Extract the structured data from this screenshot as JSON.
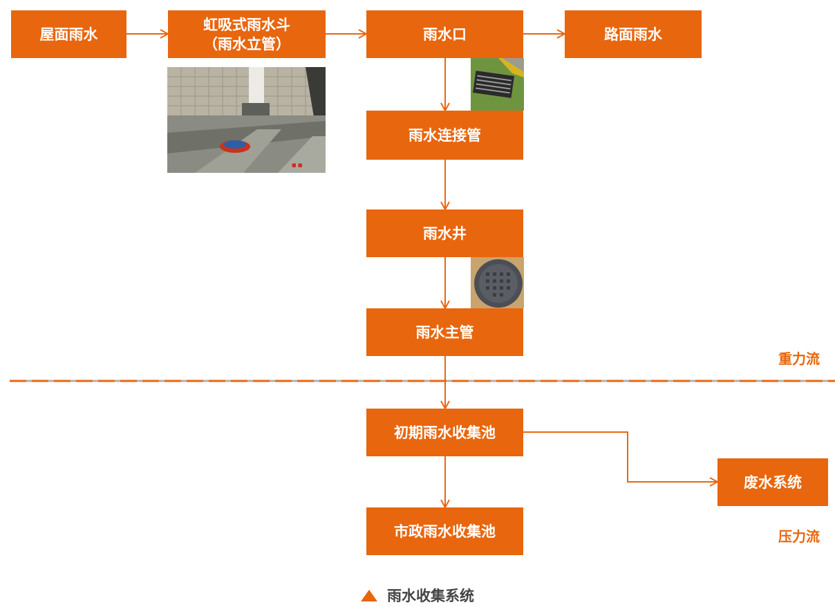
{
  "nodes": {
    "roof_rain": "屋面雨水",
    "siphon_drain": "虹吸式雨水斗\n（雨水立管）",
    "rain_inlet": "雨水口",
    "road_rain": "路面雨水",
    "connect_pipe": "雨水连接管",
    "rain_well": "雨水井",
    "main_pipe": "雨水主管",
    "initial_tank": "初期雨水收集池",
    "municipal_tank": "市政雨水收集池",
    "waste_system": "废水系统"
  },
  "labels": {
    "gravity_flow": "重力流",
    "pressure_flow": "压力流"
  },
  "caption": "雨水收集系统",
  "colors": {
    "accent": "#E8660E",
    "dashed_line": "#E8660E",
    "dashed_gap": "#B0B0B0"
  }
}
